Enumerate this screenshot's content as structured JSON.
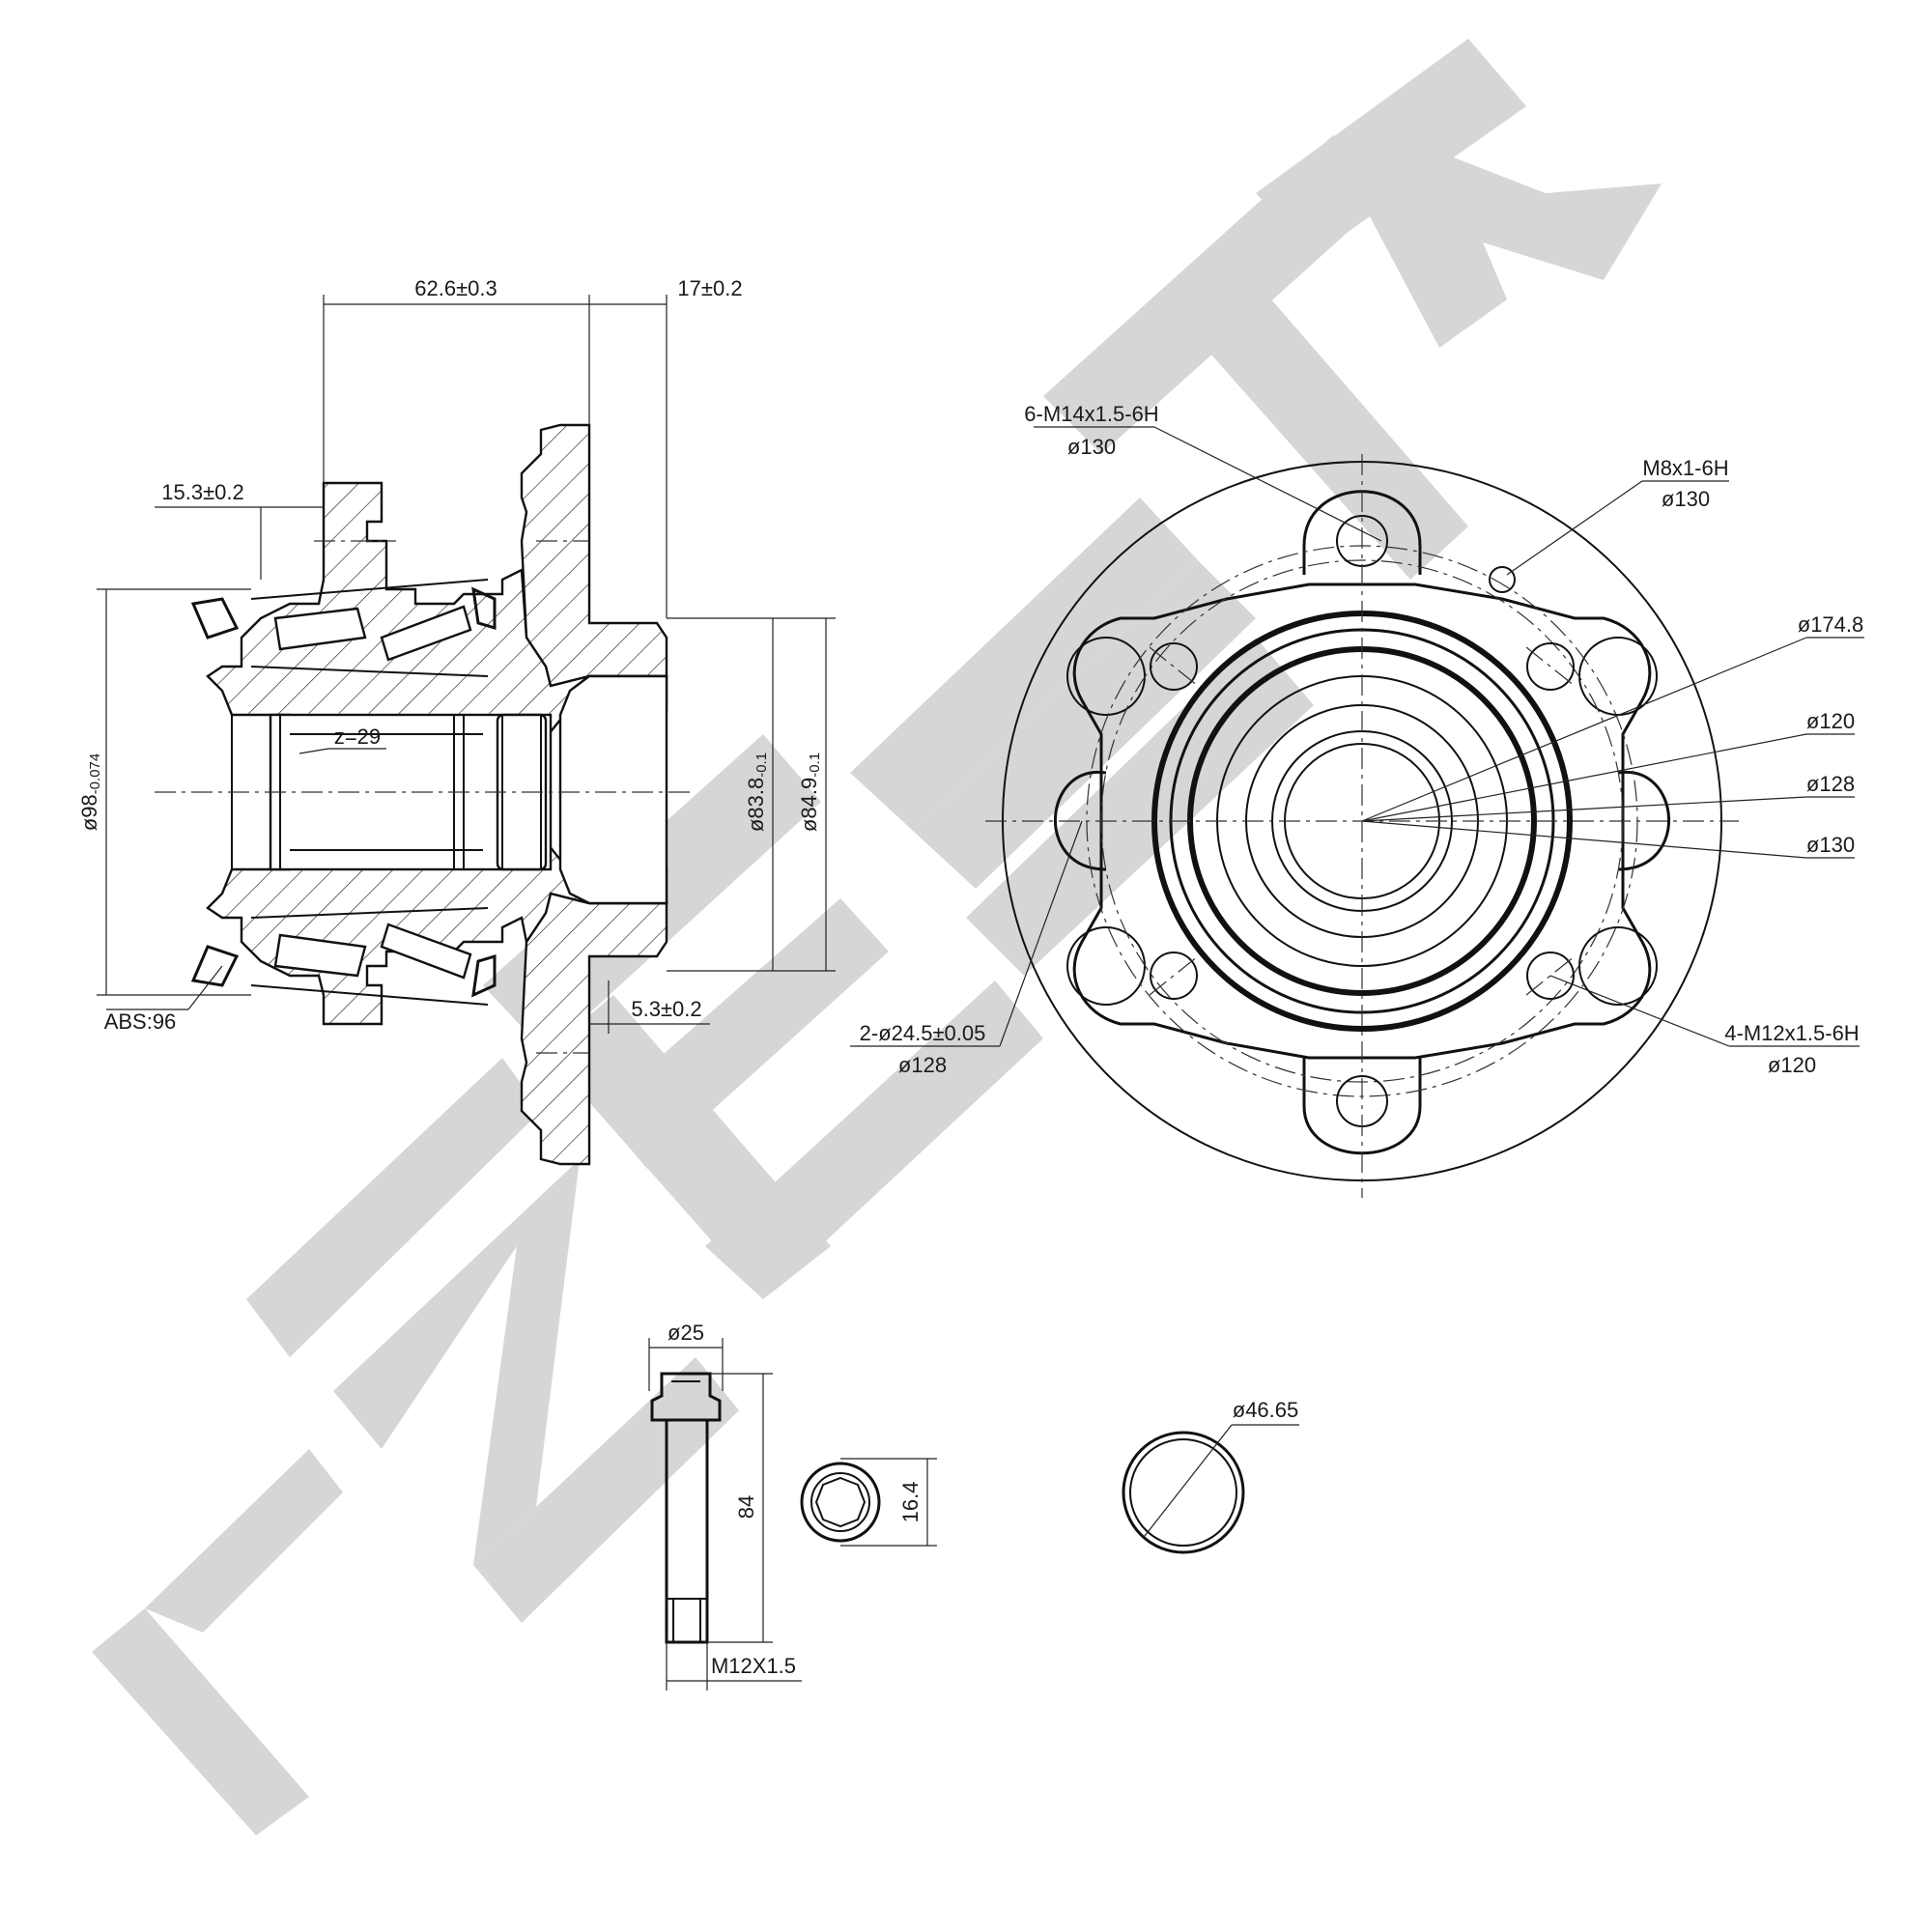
{
  "watermark": {
    "text": "ZENTEK",
    "color": "#d6d6d6"
  },
  "side_view": {
    "width_total": "62.6±0.3",
    "flange_offset": "17±0.2",
    "abs_offset": "15.3±0.2",
    "spline_teeth": "z=29",
    "outer_bearing_dia_main": "ø98",
    "outer_bearing_dia_tol": "-0.074",
    "pilot_dia_main": "ø83.8",
    "pilot_dia_tol": "-0.1",
    "pilot2_dia_main": "ø84.9",
    "pilot2_dia_tol": "-0.1",
    "flange_thickness": "5.3±0.2",
    "abs_label": "ABS:96"
  },
  "front_view": {
    "stud_thread": "6-M14x1.5-6H",
    "stud_pcd": "ø130",
    "small_hole_thread": "M8x1-6H",
    "small_hole_pcd": "ø130",
    "outer_dia": "ø174.8",
    "ring_dia_1": "ø120",
    "ring_dia_2": "ø128",
    "ring_dia_3": "ø130",
    "locator_holes": "2-ø24.5±0.05",
    "locator_pcd": "ø128",
    "bolt_holes": "4-M12x1.5-6H",
    "bolt_pcd": "ø120"
  },
  "bolt": {
    "head_dia": "ø25",
    "length": "84",
    "thread": "M12X1.5",
    "socket_size": "16.4"
  },
  "ring": {
    "dia": "ø46.65"
  }
}
